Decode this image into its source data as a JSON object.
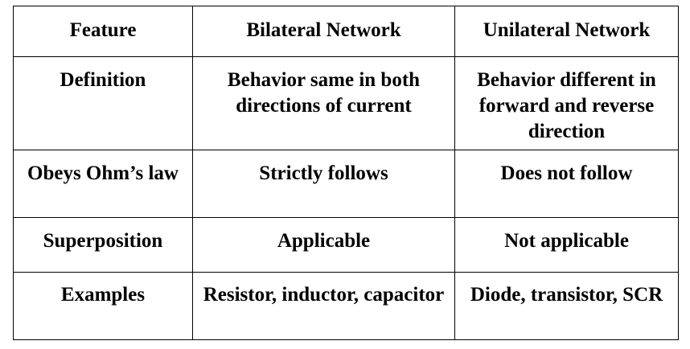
{
  "table": {
    "headers": [
      "Feature",
      "Bilateral Network",
      "Unilateral Network"
    ],
    "rows": [
      [
        "Definition",
        "Behavior same in both directions of current",
        "Behavior different in forward and reverse direction"
      ],
      [
        "Obeys Ohm’s law",
        "Strictly follows",
        "Does not follow"
      ],
      [
        "Superposition",
        "Applicable",
        "Not applicable"
      ],
      [
        "Examples",
        "Resistor, inductor, capacitor",
        "Diode, transistor, SCR"
      ]
    ]
  },
  "colors": {
    "border": "#000000",
    "text": "#000000",
    "background": "#ffffff"
  }
}
